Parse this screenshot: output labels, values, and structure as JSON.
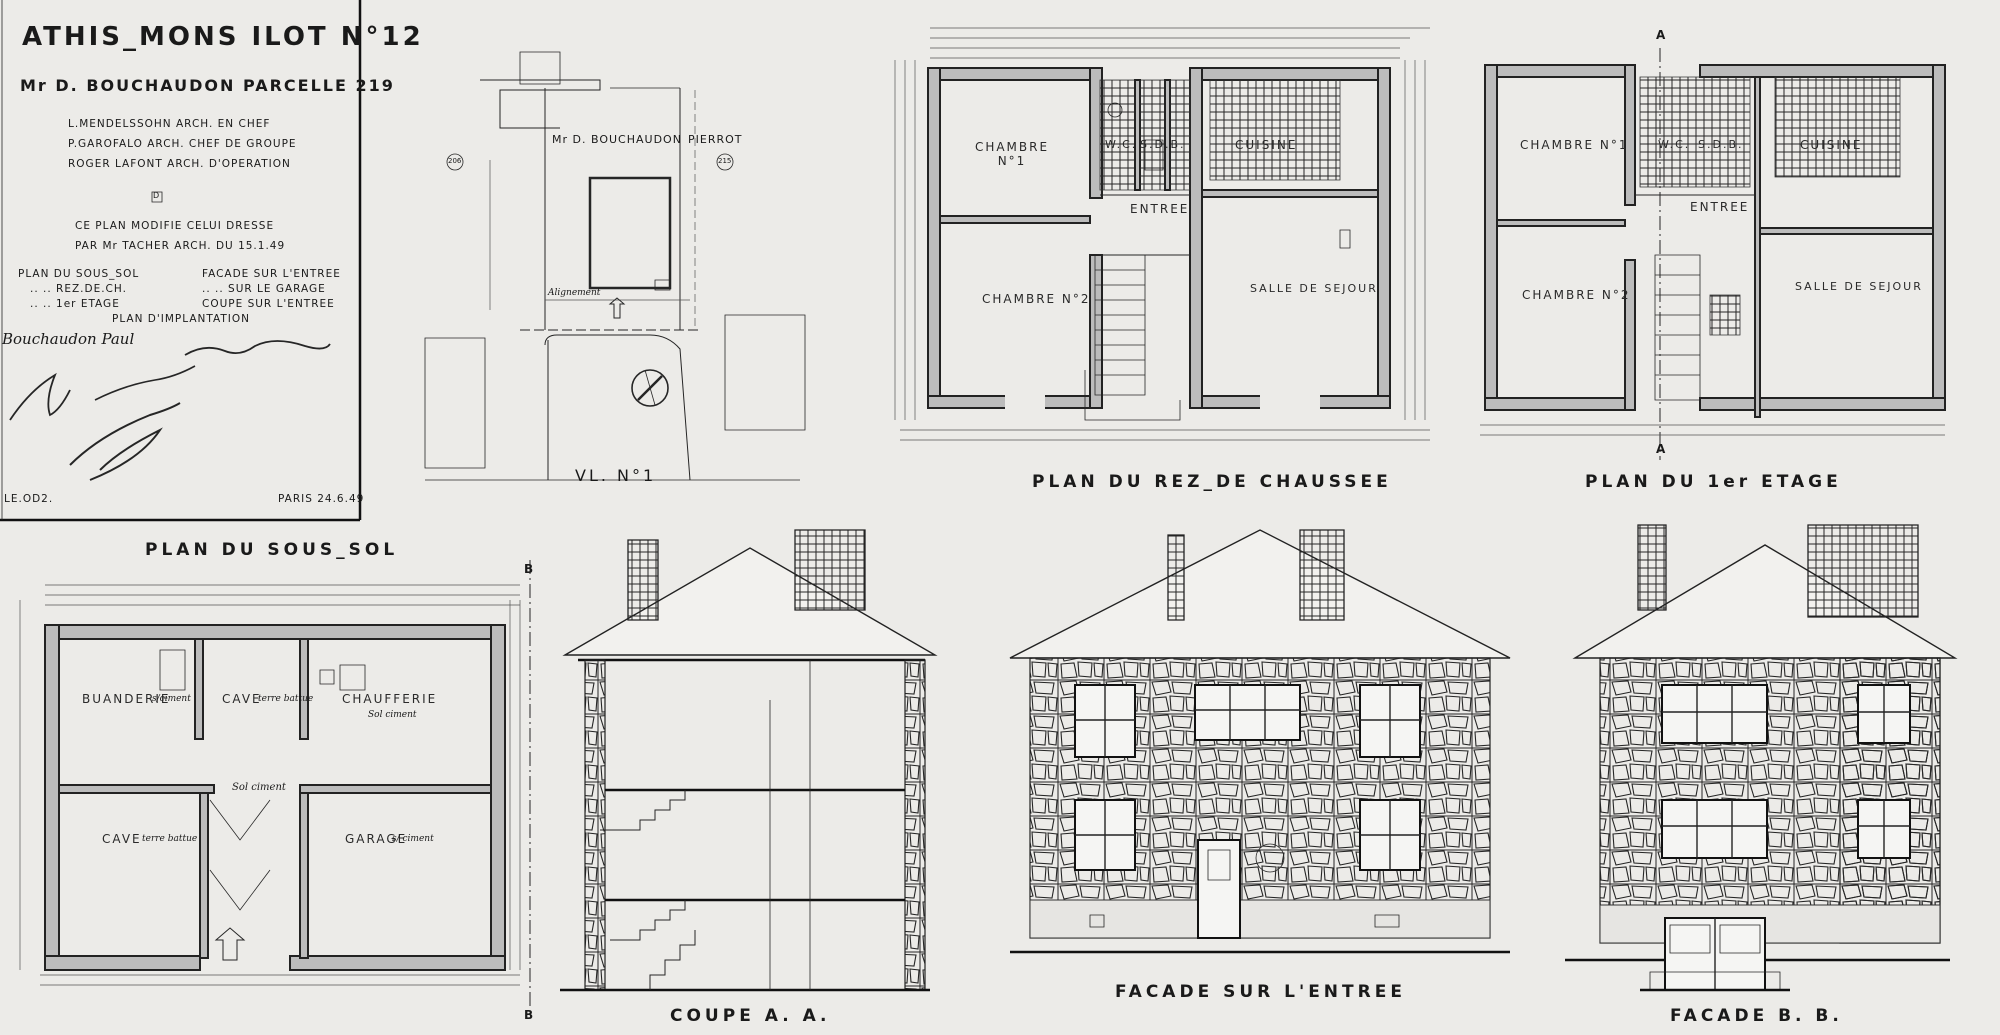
{
  "cartouche": {
    "town": "ATHIS_MONS  ILOT N°12",
    "owner": "Mr D. BOUCHAUDON  PARCELLE 219",
    "architects": [
      "L.MENDELSSOHN  ARCH. EN CHEF",
      "P.GAROFALO  ARCH. CHEF DE GROUPE",
      "ROGER LAFONT  ARCH. D'OPERATION"
    ],
    "box_mark": "D",
    "note": [
      "CE PLAN MODIFIE CELUI DRESSE",
      "PAR Mr TACHER  ARCH. DU 15.1.49"
    ],
    "contents_left": [
      "PLAN DU SOUS_SOL",
      "..  ..  REZ.DE.CH.",
      "..  ..  1er ETAGE"
    ],
    "contents_right": [
      "FACADE SUR L'ENTREE",
      "..  ..  SUR LE GARAGE",
      "COUPE SUR L'ENTREE"
    ],
    "contents_bottom": "PLAN D'IMPLANTATION",
    "signature_name": "Bouchaudon Paul",
    "ref": "LE.OD2.",
    "place_date": "PARIS  24.6.49"
  },
  "site_plan": {
    "owner": "Mr D. BOUCHAUDON",
    "neighbour": "PIERROT",
    "parcel_left": "206",
    "parcel_right": "215",
    "alignment": "Alignement",
    "title": "VL. N°1"
  },
  "ground_floor": {
    "title": "PLAN DU REZ_DE CHAUSSEE",
    "rooms": {
      "bedroom1": "CHAMBRE N°1",
      "wc": "W.C.",
      "bath": "S.D.B.",
      "kitchen": "CUISINE",
      "hall": "ENTREE",
      "bedroom2": "CHAMBRE N°2",
      "living": "SALLE DE SEJOUR"
    }
  },
  "first_floor": {
    "title": "PLAN DU 1er ETAGE",
    "section_mark": "A",
    "rooms": {
      "bedroom1": "CHAMBRE N°1",
      "wc": "W.C.",
      "bath": "S.D.B.",
      "kitchen": "CUISINE",
      "hall": "ENTREE",
      "bedroom2": "CHAMBRE N°2",
      "living": "SALLE DE SEJOUR"
    }
  },
  "basement": {
    "title": "PLAN DU SOUS_SOL",
    "rooms": {
      "laundry": "BUANDERIE",
      "laundry_note": "s/ciment",
      "cellar1": "CAVE",
      "cellar1_note": "terre battue",
      "boiler": "CHAUFFERIE",
      "boiler_note": "Sol ciment",
      "floor_note": "Sol ciment",
      "cellar2": "CAVE",
      "cellar2_note": "terre battue",
      "garage": "GARAGE",
      "garage_note": "s/ ciment"
    },
    "section_mark": "B"
  },
  "section": {
    "title": "COUPE  A. A."
  },
  "facade_entry": {
    "title": "FACADE SUR L'ENTREE"
  },
  "facade_garage": {
    "title": "FACADE  B. B."
  },
  "icons": [
    "north-arrow-icon",
    "entrance-arrow-icon",
    "section-marker-icon"
  ]
}
